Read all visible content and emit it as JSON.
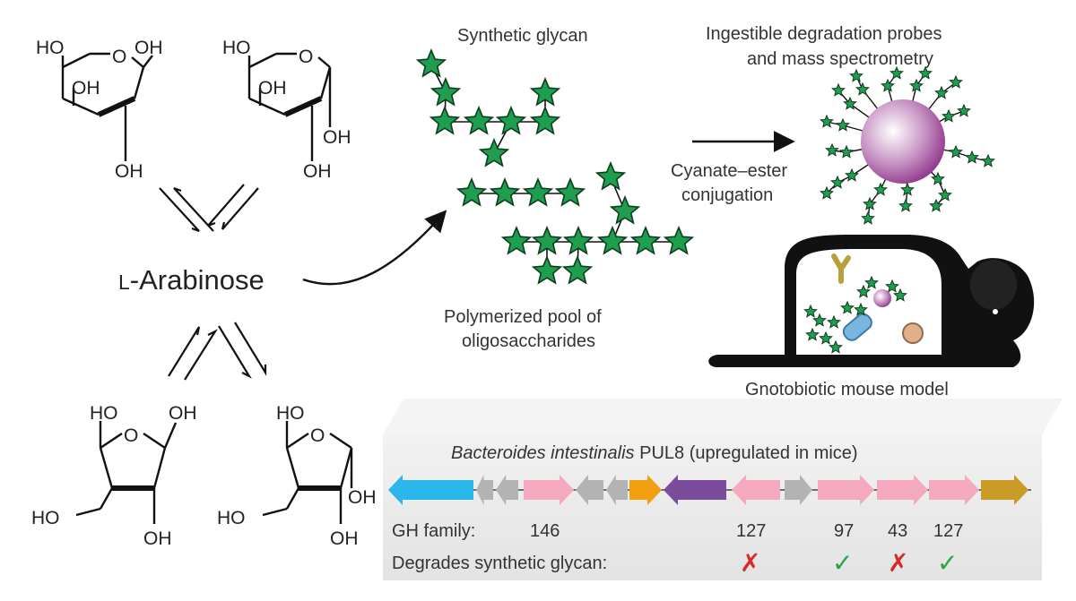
{
  "colors": {
    "star_fill": "#1e9e4e",
    "star_stroke": "#0d3d1d",
    "bead": "#8a2d86",
    "mouse": "#111111",
    "panel_bg": "#e6e6e6",
    "arrow_blue": "#2bb6ec",
    "arrow_gray": "#b3b3b3",
    "arrow_pink": "#f4a9be",
    "arrow_orange": "#f2a012",
    "arrow_purple": "#7b4c9c",
    "arrow_gold": "#c99b27",
    "cross_red": "#d32b2b",
    "check_green": "#27a546"
  },
  "central": {
    "label": "L-Arabinose",
    "prefix": "L",
    "suffix": "-Arabinose"
  },
  "atoms": {
    "ho": "HO",
    "oh": "OH",
    "o": "O"
  },
  "glycan": {
    "title": "Synthetic glycan",
    "pool_line1": "Polymerized pool of",
    "pool_line2": "oligosaccharides"
  },
  "conjugation": {
    "line1": "Cyanate–ester",
    "line2": "conjugation"
  },
  "probes": {
    "line1": "Ingestible degradation probes",
    "line2": "and mass spectrometry"
  },
  "mouse": {
    "label": "Gnotobiotic mouse model"
  },
  "pul": {
    "organism": "Bacteroides intestinalis",
    "title_rest": "PUL8 (upregulated in mice)",
    "gh_label": "GH family:",
    "degrades_label": "Degrades synthetic glycan:",
    "gh_146": "146",
    "gh_127a": "127",
    "gh_97": "97",
    "gh_43": "43",
    "gh_127b": "127",
    "results": [
      {
        "gh": "127",
        "degrades": false,
        "mark": "✗"
      },
      {
        "gh": "97",
        "degrades": true,
        "mark": "✓"
      },
      {
        "gh": "43",
        "degrades": false,
        "mark": "✗"
      },
      {
        "gh": "127",
        "degrades": true,
        "mark": "✓"
      }
    ],
    "genes": [
      {
        "color": "arrow_blue",
        "dir": "left"
      },
      {
        "color": "arrow_gray",
        "dir": "left"
      },
      {
        "color": "arrow_gray",
        "dir": "left"
      },
      {
        "color": "arrow_pink",
        "dir": "right"
      },
      {
        "color": "arrow_gray",
        "dir": "left"
      },
      {
        "color": "arrow_gray",
        "dir": "left"
      },
      {
        "color": "arrow_orange",
        "dir": "right"
      },
      {
        "color": "arrow_purple",
        "dir": "left"
      },
      {
        "color": "arrow_pink",
        "dir": "left"
      },
      {
        "color": "arrow_gray",
        "dir": "right"
      },
      {
        "color": "arrow_pink",
        "dir": "right"
      },
      {
        "color": "arrow_pink",
        "dir": "right"
      },
      {
        "color": "arrow_pink",
        "dir": "right"
      },
      {
        "color": "arrow_gold",
        "dir": "right"
      }
    ]
  }
}
